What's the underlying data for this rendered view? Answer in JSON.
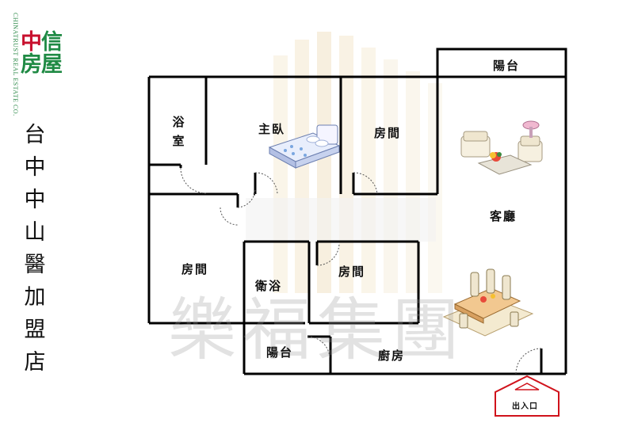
{
  "brand": {
    "name_en": "CHINATRUST REAL ESTATE CO.",
    "name_zh_first": "中",
    "name_zh_rest": "信",
    "name_zh_line2": "房屋",
    "logo_red": "#c8102e",
    "logo_green": "#1f8a44"
  },
  "title_chars": [
    "台",
    "中",
    "中",
    "山",
    "醫",
    "加",
    "盟",
    "店"
  ],
  "rooms": {
    "bath_master_1": "浴",
    "bath_master_2": "室",
    "master_bedroom": "主臥",
    "bedroom_top": "房間",
    "balcony_top": "陽台",
    "living_dining": "客廳",
    "bedroom_left": "房間",
    "bathroom": "衛浴",
    "bedroom_mid": "房間",
    "balcony_bottom": "陽台",
    "kitchen": "廚房"
  },
  "entrance_label": "出入口",
  "watermark": "樂福集團",
  "colors": {
    "wall": "#000000",
    "door_arc": "#555555",
    "entrance_arrow": "#d0121b"
  },
  "icons": [
    "bed-icon",
    "sofa-set-icon",
    "dining-set-icon"
  ]
}
